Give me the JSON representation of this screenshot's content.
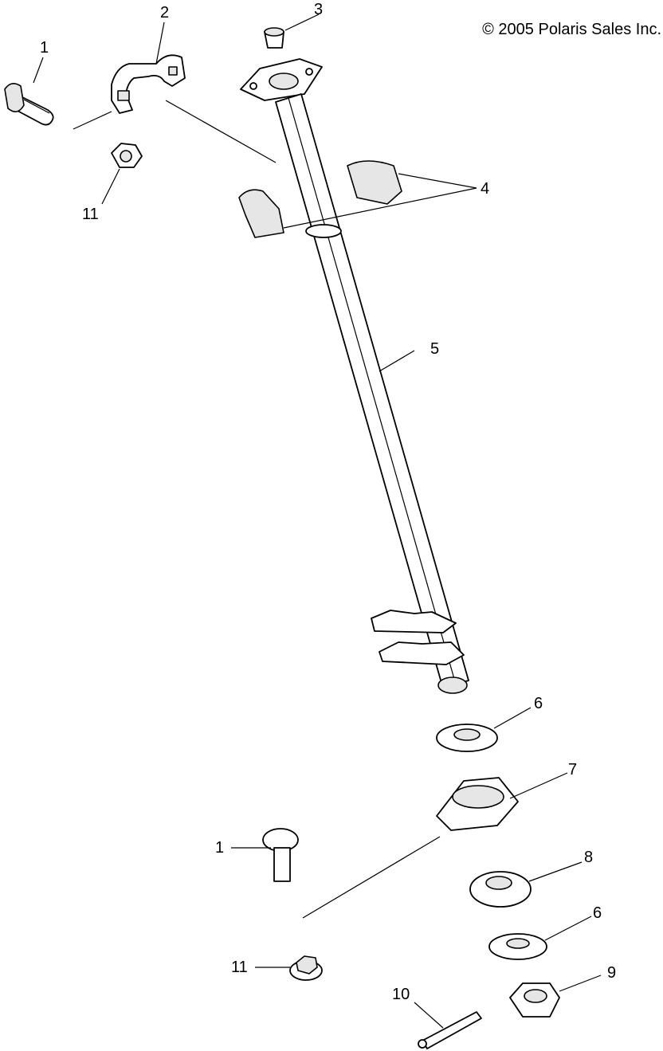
{
  "copyright": "© 2005 Polaris Sales Inc.",
  "callouts": [
    {
      "id": "c1a",
      "label": "1"
    },
    {
      "id": "c2",
      "label": "2"
    },
    {
      "id": "c3",
      "label": "3"
    },
    {
      "id": "c4",
      "label": "4"
    },
    {
      "id": "c11a",
      "label": "11"
    },
    {
      "id": "c5",
      "label": "5"
    },
    {
      "id": "c6a",
      "label": "6"
    },
    {
      "id": "c7",
      "label": "7"
    },
    {
      "id": "c1b",
      "label": "1"
    },
    {
      "id": "c8",
      "label": "8"
    },
    {
      "id": "c6b",
      "label": "6"
    },
    {
      "id": "c11b",
      "label": "11"
    },
    {
      "id": "c9",
      "label": "9"
    },
    {
      "id": "c10",
      "label": "10"
    }
  ]
}
